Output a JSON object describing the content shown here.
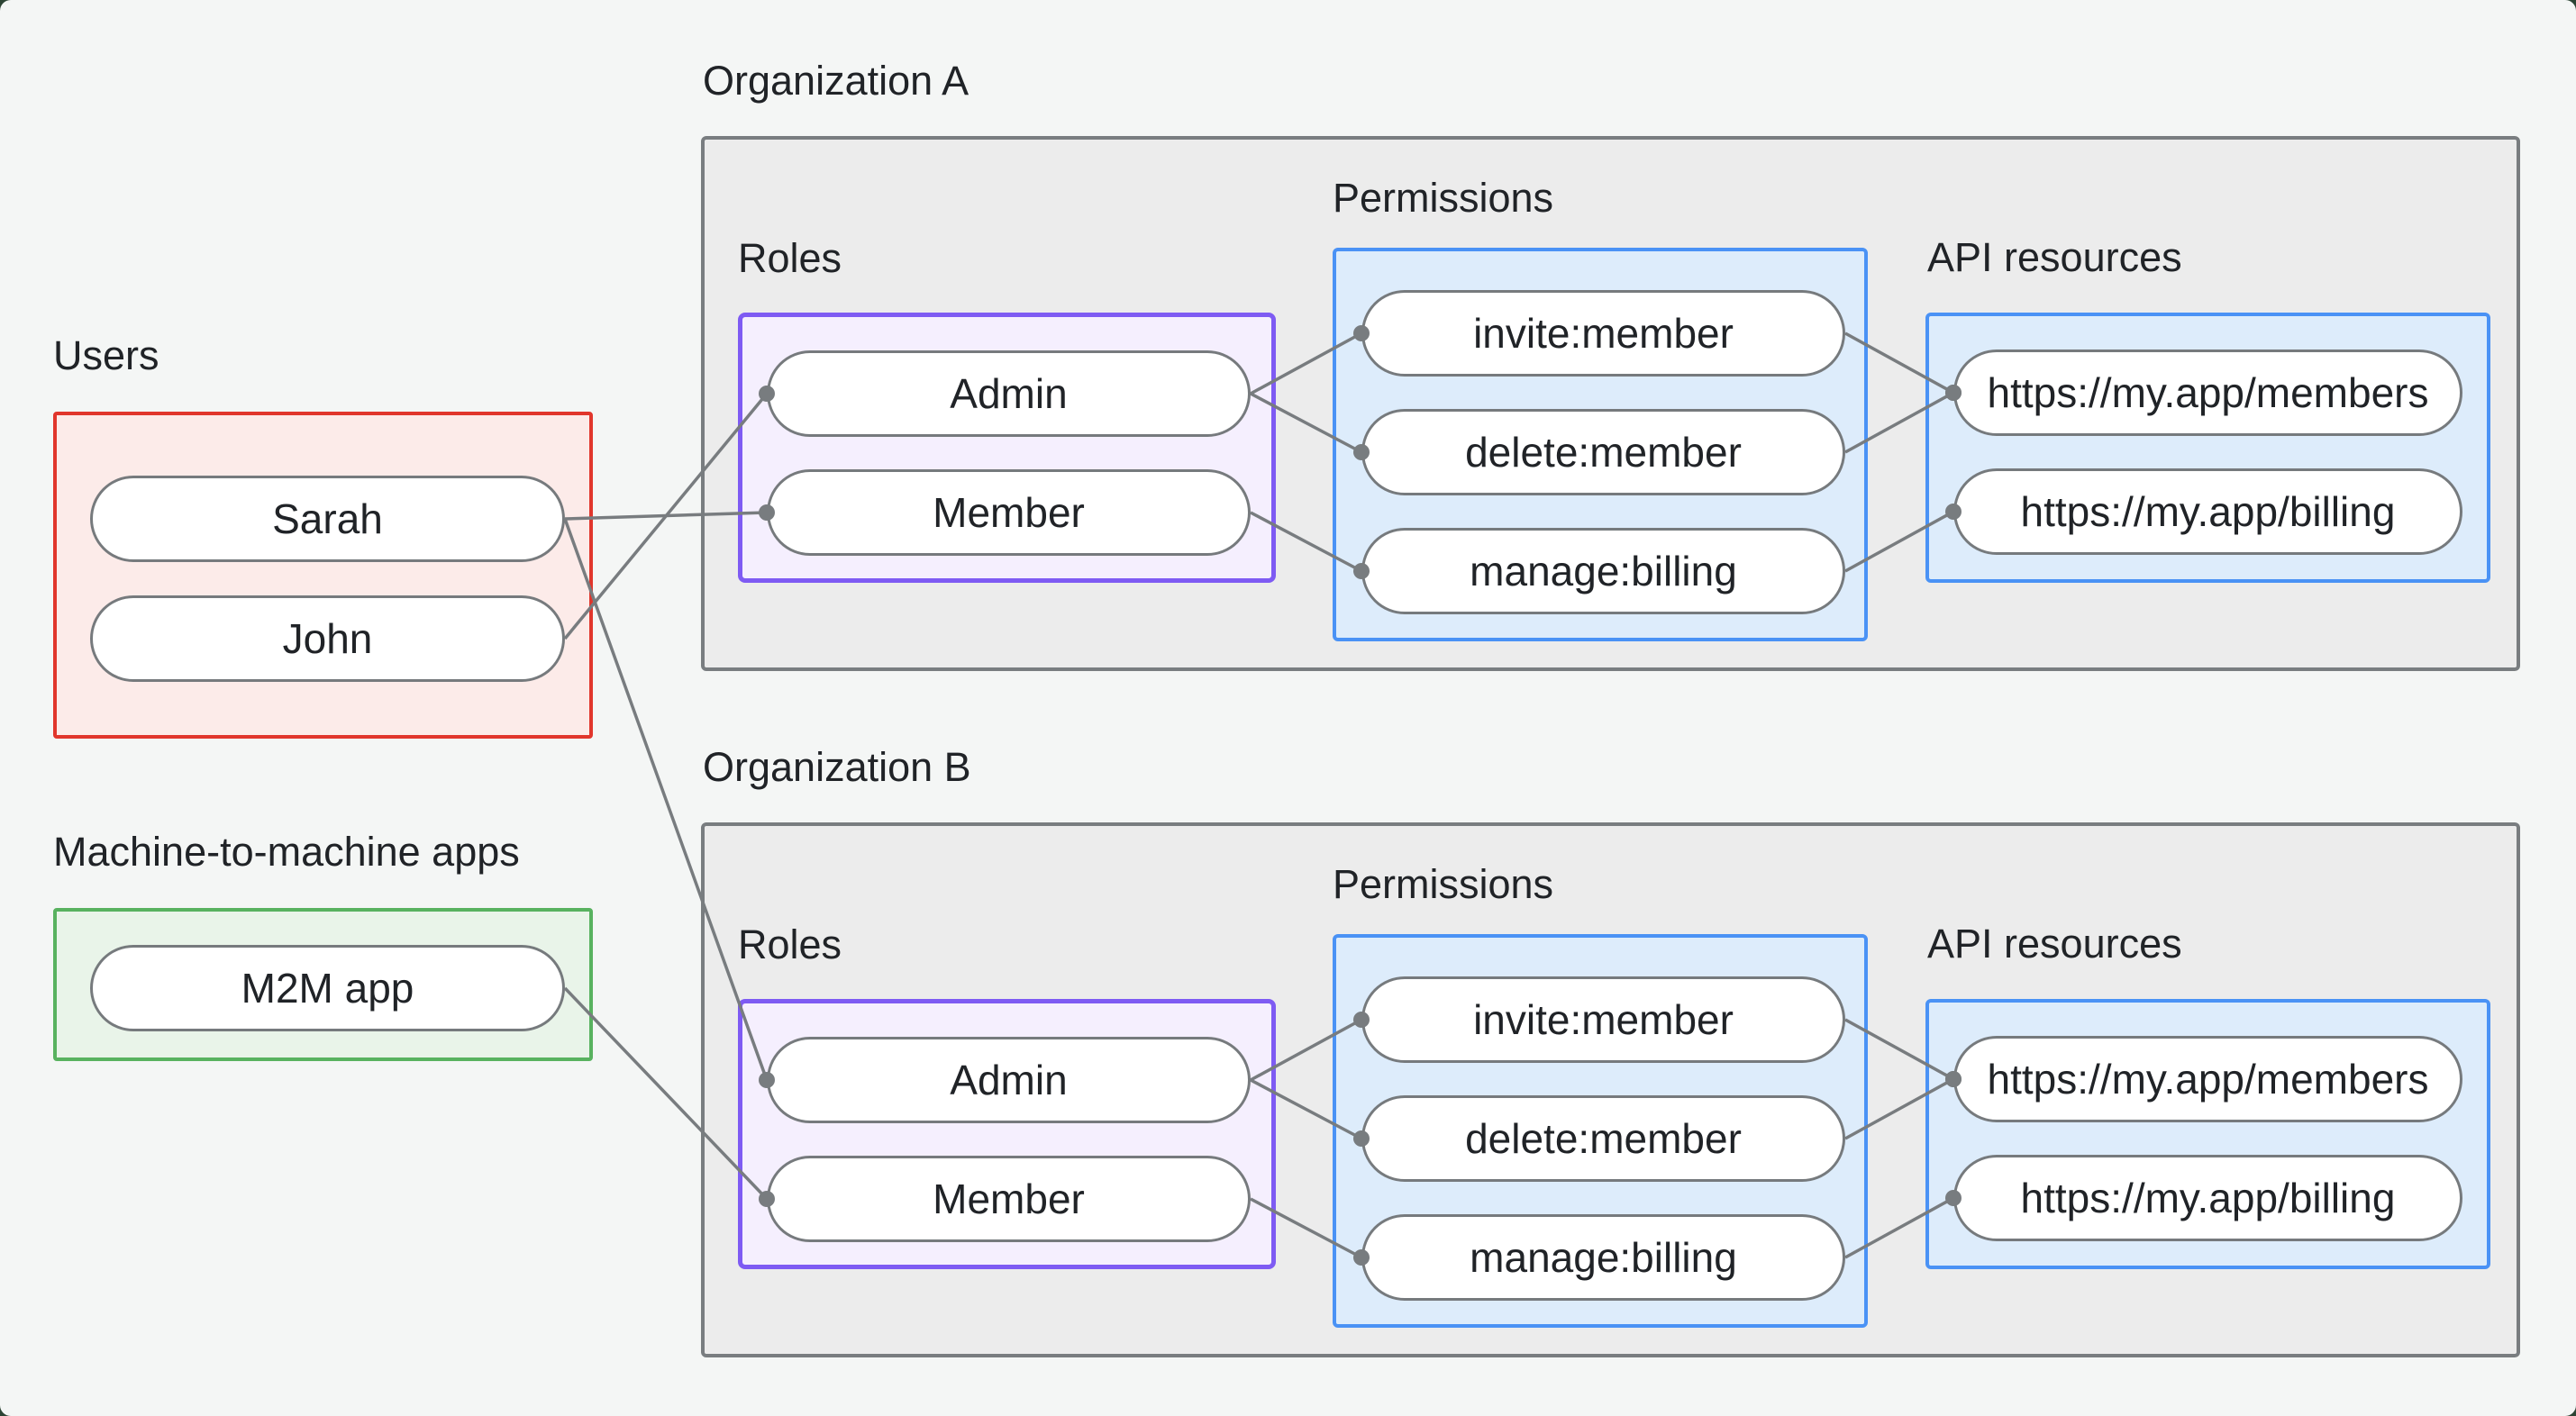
{
  "theme": {
    "colors": {
      "page-bg": "#f4f6f5",
      "text": "#202327",
      "org-fill": "#ececec",
      "org-border": "#797d80",
      "users-fill": "#fcebe9",
      "users-border": "#e1362c",
      "m2m-fill": "#e9f4e9",
      "m2m-border": "#58b25f",
      "roles-fill": "#f5effe",
      "roles-border": "#7e5bf3",
      "blue-fill": "#ddecfb",
      "blue-border": "#4a92f5",
      "pill-fill": "#ffffff",
      "pill-border": "#767a7d",
      "edge": "#787c7f"
    }
  },
  "users_section": {
    "label": "Users",
    "items": [
      {
        "id": "sarah",
        "label": "Sarah"
      },
      {
        "id": "john",
        "label": "John"
      }
    ]
  },
  "m2m_section": {
    "label": "Machine-to-machine apps",
    "items": [
      {
        "id": "m2m",
        "label": "M2M app"
      }
    ]
  },
  "organizations": [
    {
      "id": "orgA",
      "label": "Organization A",
      "roles": {
        "label": "Roles",
        "items": [
          {
            "id": "orgA-admin",
            "label": "Admin"
          },
          {
            "id": "orgA-member",
            "label": "Member"
          }
        ]
      },
      "permissions": {
        "label": "Permissions",
        "items": [
          {
            "id": "orgA-invite",
            "label": "invite:member"
          },
          {
            "id": "orgA-delete",
            "label": "delete:member"
          },
          {
            "id": "orgA-manage",
            "label": "manage:billing"
          }
        ]
      },
      "api": {
        "label": "API resources",
        "items": [
          {
            "id": "orgA-members",
            "label": "https://my.app/members"
          },
          {
            "id": "orgA-billing",
            "label": "https://my.app/billing"
          }
        ]
      }
    },
    {
      "id": "orgB",
      "label": "Organization B",
      "roles": {
        "label": "Roles",
        "items": [
          {
            "id": "orgB-admin",
            "label": "Admin"
          },
          {
            "id": "orgB-member",
            "label": "Member"
          }
        ]
      },
      "permissions": {
        "label": "Permissions",
        "items": [
          {
            "id": "orgB-invite",
            "label": "invite:member"
          },
          {
            "id": "orgB-delete",
            "label": "delete:member"
          },
          {
            "id": "orgB-manage",
            "label": "manage:billing"
          }
        ]
      },
      "api": {
        "label": "API resources",
        "items": [
          {
            "id": "orgB-members",
            "label": "https://my.app/members"
          },
          {
            "id": "orgB-billing",
            "label": "https://my.app/billing"
          }
        ]
      }
    }
  ],
  "edges": [
    [
      "sarah",
      "orgA-member"
    ],
    [
      "john",
      "orgA-admin"
    ],
    [
      "sarah",
      "orgB-admin"
    ],
    [
      "m2m",
      "orgB-member"
    ],
    [
      "orgA-admin",
      "orgA-invite"
    ],
    [
      "orgA-admin",
      "orgA-delete"
    ],
    [
      "orgA-member",
      "orgA-manage"
    ],
    [
      "orgA-invite",
      "orgA-members"
    ],
    [
      "orgA-delete",
      "orgA-members"
    ],
    [
      "orgA-manage",
      "orgA-billing"
    ],
    [
      "orgB-admin",
      "orgB-invite"
    ],
    [
      "orgB-admin",
      "orgB-delete"
    ],
    [
      "orgB-member",
      "orgB-manage"
    ],
    [
      "orgB-invite",
      "orgB-members"
    ],
    [
      "orgB-delete",
      "orgB-members"
    ],
    [
      "orgB-manage",
      "orgB-billing"
    ]
  ],
  "edge_style": {
    "line_width": 3.5,
    "dot_radius": 9
  }
}
